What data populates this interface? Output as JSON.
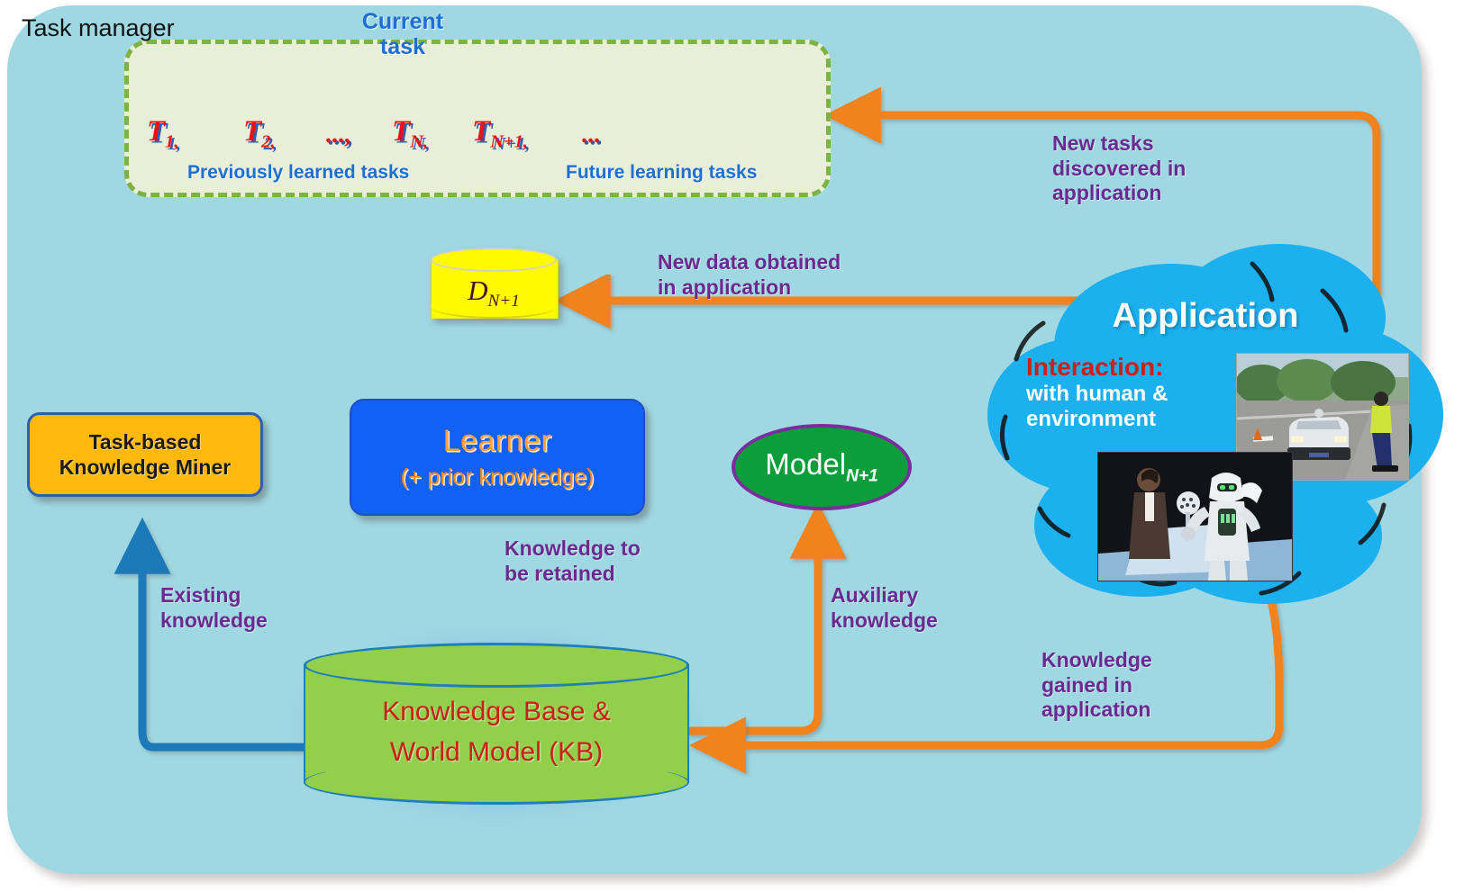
{
  "panel": {
    "background_color": "#9fd8e3"
  },
  "task_manager": {
    "title": "Task manager",
    "current_task_label": "Current\ntask",
    "tasks": [
      {
        "name": "T",
        "sub": "1,"
      },
      {
        "name": "T",
        "sub": "2,"
      },
      {
        "name": "...,",
        "sub": ""
      },
      {
        "name": "T",
        "sub": "N,"
      },
      {
        "name": "T",
        "sub": "N+1,"
      },
      {
        "name": "...",
        "sub": ""
      }
    ],
    "caption_left": "Previously learned tasks",
    "caption_right": "Future learning tasks",
    "border_color": "#7cb342",
    "fill_color": "#e9eed9"
  },
  "data_store": {
    "label": "D",
    "subscript": "N+1",
    "fill_color": "#fffa00"
  },
  "learner": {
    "line1": "Learner",
    "line2": "(+ prior knowledge)",
    "fill_color": "#1161f5",
    "text_color": "#ffa040"
  },
  "knowledge_miner": {
    "line1": "Task-based",
    "line2": "Knowledge Miner",
    "fill_color": "#ffb90b"
  },
  "model": {
    "label": "Model",
    "subscript": "N+1",
    "fill_color": "#0d9e3c",
    "border_color": "#7b2d9e"
  },
  "knowledge_base": {
    "line1": "Knowledge Base &",
    "line2": "World Model (KB)",
    "fill_color": "#92cf4b",
    "text_color": "#c8201a"
  },
  "application": {
    "title": "Application",
    "interaction_label": "Interaction:",
    "interaction_line1": "with human &",
    "interaction_line2": "environment",
    "cloud_color": "#1cb0ef",
    "photos": [
      {
        "name": "autonomous-car-and-pedestrian-photo"
      },
      {
        "name": "humanoid-robot-and-presenter-photo"
      }
    ]
  },
  "captions": {
    "new_tasks": "New tasks\ndiscovered in\napplication",
    "new_data": "New data obtained\nin application",
    "knowledge_retained": "Knowledge to\nbe retained",
    "existing_knowledge": "Existing\nknowledge",
    "auxiliary_knowledge": "Auxiliary\nknowledge",
    "knowledge_gained": "Knowledge\ngained in\napplication"
  },
  "colors": {
    "arrow_blue": "#1f7ab8",
    "arrow_orange": "#f2821e",
    "caption_purple": "#6b2a8f"
  }
}
